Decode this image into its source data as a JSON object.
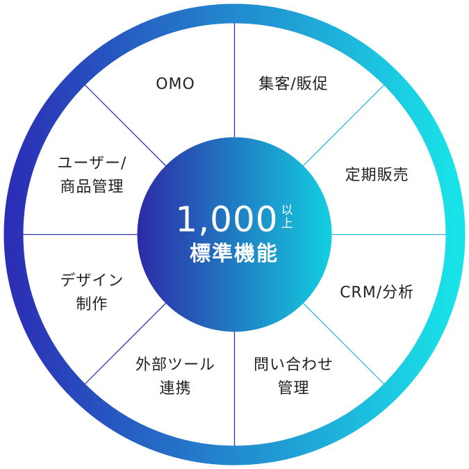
{
  "colors": {
    "ring_start": "#2b2fb5",
    "ring_end": "#19e3e8",
    "hub_start": "#2d2aa6",
    "hub_end": "#13cfe0",
    "label_text": "#222222"
  },
  "hub": {
    "number": "1,000",
    "suffix_line1": "以",
    "suffix_line2": "上",
    "caption": "標準機能"
  },
  "segments": [
    {
      "lines": [
        "OMO"
      ]
    },
    {
      "lines": [
        "集客/販促"
      ]
    },
    {
      "lines": [
        "定期販売"
      ]
    },
    {
      "lines": [
        "CRM/分析"
      ]
    },
    {
      "lines": [
        "問い合わせ",
        "管理"
      ]
    },
    {
      "lines": [
        "外部ツール",
        "連携"
      ]
    },
    {
      "lines": [
        "デザイン",
        "制作"
      ]
    },
    {
      "lines": [
        "ユーザー/",
        "商品管理"
      ]
    }
  ]
}
